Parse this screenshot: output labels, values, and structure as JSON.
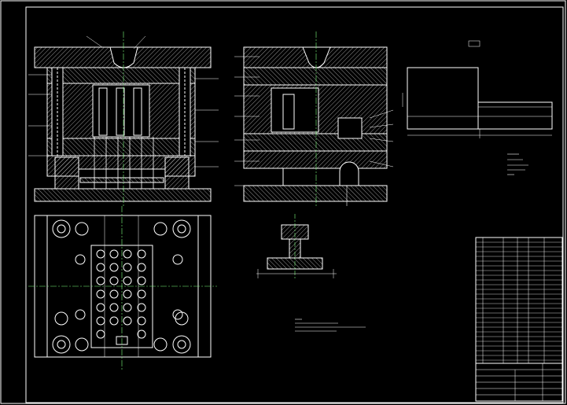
{
  "colors": {
    "background": "#000000",
    "line": "#ffffff",
    "accent_green": "#7cff7c",
    "accent_red": "#ff4040",
    "accent_cyan": "#40e0ff",
    "accent_yellow": "#ffff60"
  },
  "views": [
    {
      "id": "front-section-a"
    },
    {
      "id": "front-section-b"
    },
    {
      "id": "top-plan-view"
    },
    {
      "id": "part-detail"
    },
    {
      "id": "sprue-bushing-detail"
    },
    {
      "id": "technical-notes"
    },
    {
      "id": "bill-of-materials"
    },
    {
      "id": "title-block"
    }
  ]
}
